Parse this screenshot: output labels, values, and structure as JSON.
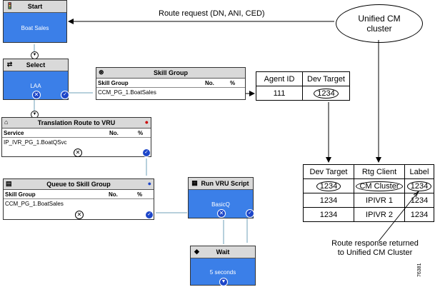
{
  "nodes": {
    "start": {
      "title": "Start",
      "body": "Boat Sales"
    },
    "select": {
      "title": "Select",
      "body": "LAA"
    },
    "skill_group": {
      "title": "Skill Group",
      "col1": "Skill Group",
      "col2": "No.",
      "col3": "%",
      "value": "CCM_PG_1.BoatSales"
    },
    "translation": {
      "title": "Translation Route to VRU",
      "col1": "Service",
      "col2": "No.",
      "col3": "%",
      "value": "IP_IVR_PG_1.BoatQSvc"
    },
    "queue": {
      "title": "Queue to Skill Group",
      "col1": "Skill Group",
      "col2": "No.",
      "col3": "%",
      "value": "CCM_PG_1.BoatSales"
    },
    "run_vru": {
      "title": "Run VRU Script",
      "body": "BasicQ"
    },
    "wait": {
      "title": "Wait",
      "body": "5 seconds"
    }
  },
  "agent_table": {
    "headers": [
      "Agent ID",
      "Dev Target"
    ],
    "row": [
      "111",
      "1234"
    ]
  },
  "route_table": {
    "headers": [
      "Dev Target",
      "Rtg Client",
      "Label"
    ],
    "rows": [
      [
        "1234",
        "CM Cluster",
        "1234"
      ],
      [
        "1234",
        "IPIVR 1",
        "1234"
      ],
      [
        "1234",
        "IPIVR 2",
        "1234"
      ]
    ]
  },
  "labels": {
    "route_request": "Route request (DN, ANI, CED)",
    "cluster": "Unified CM cluster",
    "route_response_line1": "Route response returned",
    "route_response_line2": "to Unified CM Cluster",
    "figure_id": "76381"
  },
  "colors": {
    "node_blue": "#3b7fe8",
    "header_gray": "#d9d9d9"
  }
}
